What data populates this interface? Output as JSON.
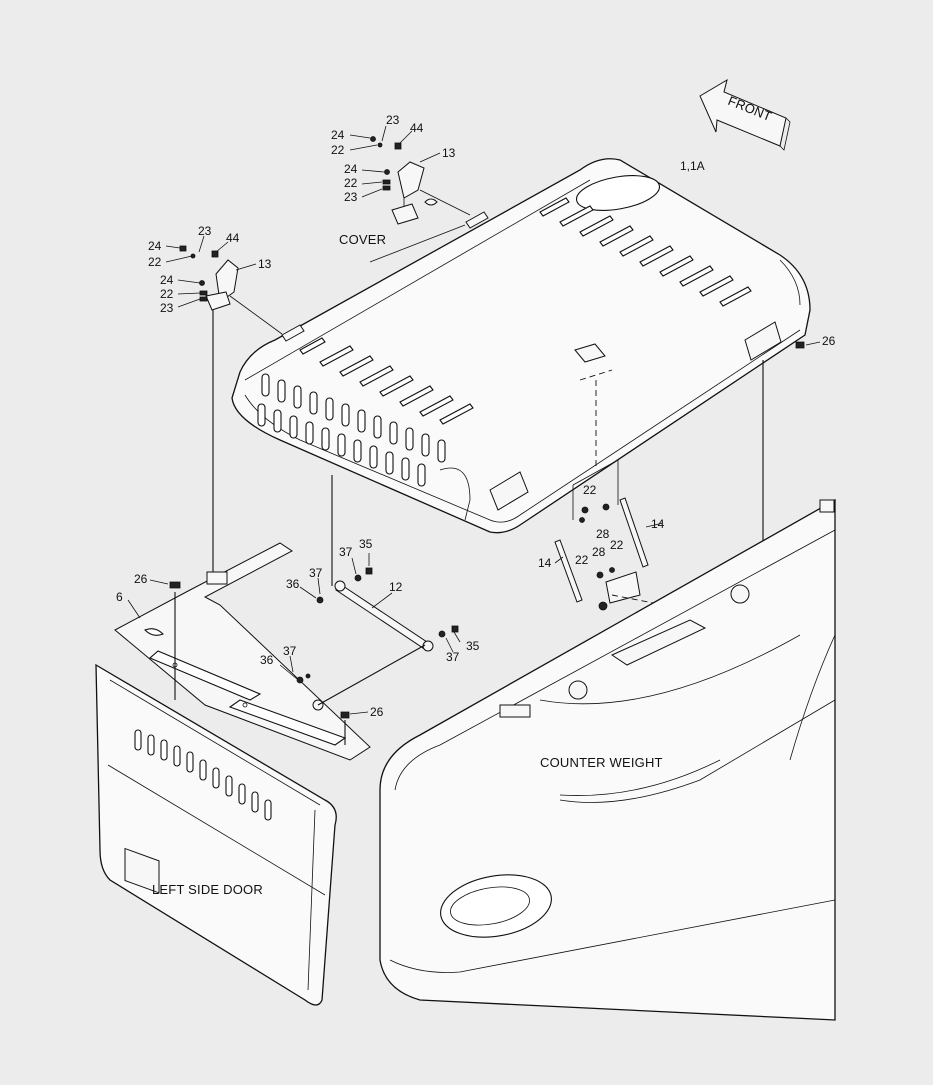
{
  "labels": {
    "front": "FRONT",
    "cover": "COVER",
    "counter_weight": "COUNTER WEIGHT",
    "left_side_door": "LEFT SIDE DOOR",
    "cover_part": "1,1A",
    "p6": "6",
    "p12": "12",
    "p13": "13",
    "p14": "14",
    "p22": "22",
    "p23": "23",
    "p24": "24",
    "p26": "26",
    "p28": "28",
    "p35": "35",
    "p36": "36",
    "p37": "37",
    "p44": "44"
  }
}
